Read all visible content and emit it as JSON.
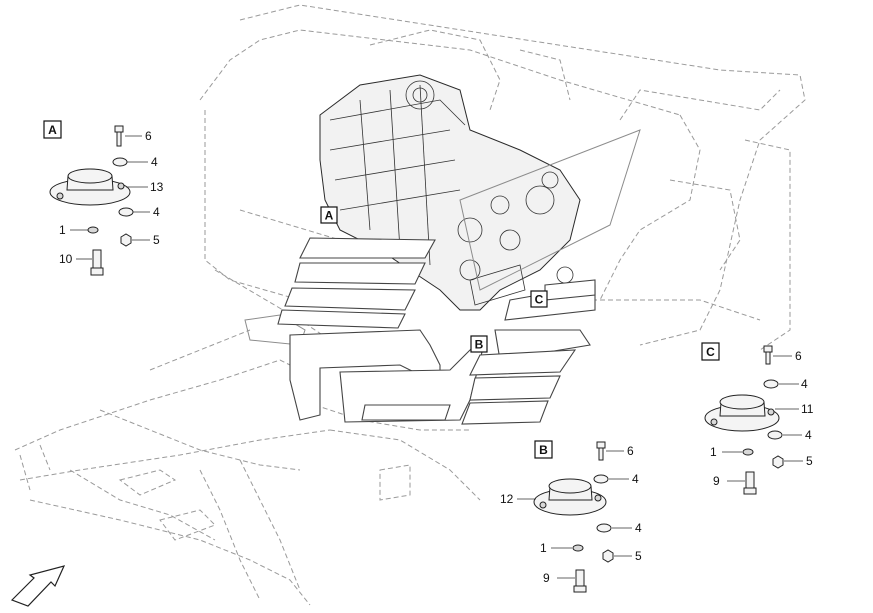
{
  "view_labels": {
    "a": "A",
    "b": "B",
    "c": "C"
  },
  "detail_a": {
    "label": "A",
    "callouts": [
      "6",
      "4",
      "13",
      "4",
      "5",
      "1",
      "10"
    ]
  },
  "detail_b": {
    "label": "B",
    "callouts": [
      "6",
      "4",
      "12",
      "4",
      "5",
      "1",
      "9"
    ]
  },
  "detail_c": {
    "label": "C",
    "callouts": [
      "6",
      "4",
      "11",
      "4",
      "5",
      "1",
      "9"
    ]
  }
}
